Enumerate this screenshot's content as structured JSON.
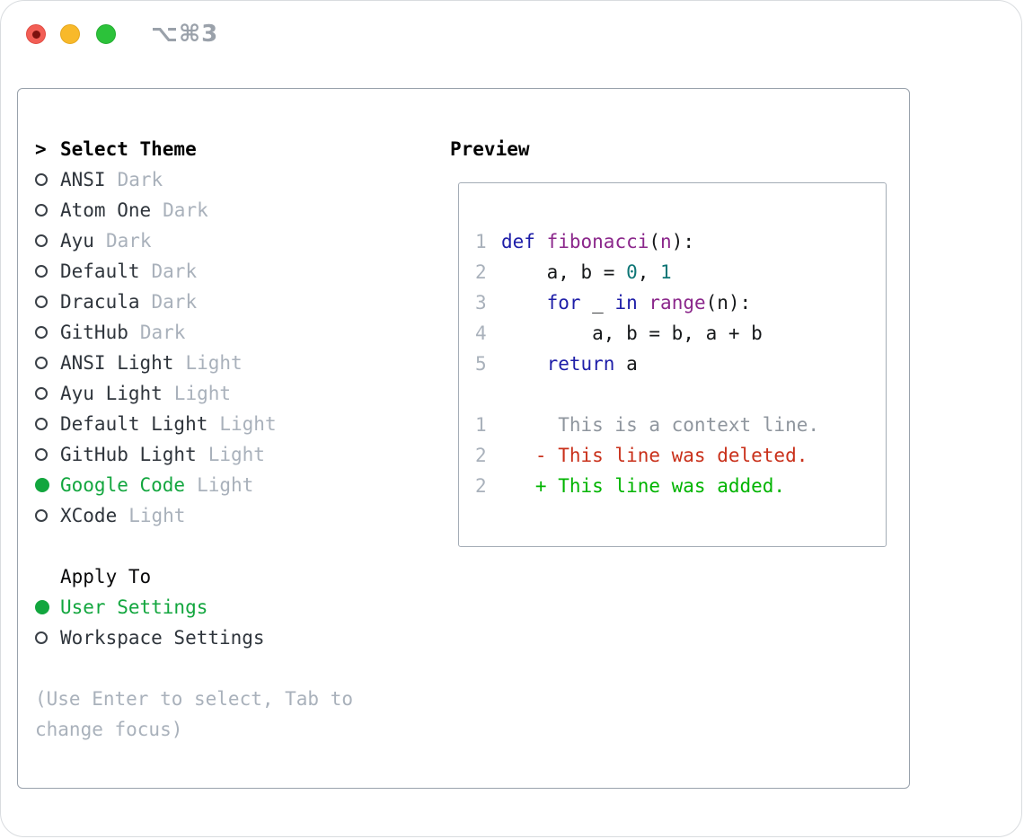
{
  "window": {
    "shortcut": "⌥⌘3",
    "traffic_lights": [
      "close",
      "minimize",
      "zoom"
    ]
  },
  "left": {
    "title_prefix": ">",
    "title": "Select Theme",
    "themes": [
      {
        "name": "ANSI",
        "variant": "Dark",
        "selected": false
      },
      {
        "name": "Atom One",
        "variant": "Dark",
        "selected": false
      },
      {
        "name": "Ayu",
        "variant": "Dark",
        "selected": false
      },
      {
        "name": "Default",
        "variant": "Dark",
        "selected": false
      },
      {
        "name": "Dracula",
        "variant": "Dark",
        "selected": false
      },
      {
        "name": "GitHub",
        "variant": "Dark",
        "selected": false
      },
      {
        "name": "ANSI Light",
        "variant": "Light",
        "selected": false
      },
      {
        "name": "Ayu Light",
        "variant": "Light",
        "selected": false
      },
      {
        "name": "Default Light",
        "variant": "Light",
        "selected": false
      },
      {
        "name": "GitHub Light",
        "variant": "Light",
        "selected": false
      },
      {
        "name": "Google Code",
        "variant": "Light",
        "selected": true
      },
      {
        "name": "XCode",
        "variant": "Light",
        "selected": false
      }
    ],
    "apply_to": {
      "title": "Apply To",
      "options": [
        {
          "name": "User Settings",
          "selected": true
        },
        {
          "name": "Workspace Settings",
          "selected": false
        }
      ]
    },
    "help_lines": [
      "(Use Enter to select, Tab to",
      "change focus)"
    ]
  },
  "preview": {
    "title": "Preview",
    "rows": [
      {
        "n": "1",
        "segs": [
          [
            "kw",
            "def"
          ],
          [
            "pln",
            " "
          ],
          [
            "typ",
            "fibonacci"
          ],
          [
            "pln",
            "("
          ],
          [
            "typ",
            "n"
          ],
          [
            "pln",
            "):"
          ]
        ]
      },
      {
        "n": "2",
        "segs": [
          [
            "pln",
            "    a, b = "
          ],
          [
            "lit",
            "0"
          ],
          [
            "pln",
            ", "
          ],
          [
            "lit",
            "1"
          ]
        ]
      },
      {
        "n": "3",
        "segs": [
          [
            "pln",
            "    "
          ],
          [
            "kw",
            "for"
          ],
          [
            "pln",
            " _ "
          ],
          [
            "kw",
            "in"
          ],
          [
            "pln",
            " "
          ],
          [
            "typ",
            "range"
          ],
          [
            "pln",
            "(n):"
          ]
        ]
      },
      {
        "n": "4",
        "segs": [
          [
            "pln",
            "        a, b = b, a + b"
          ]
        ]
      },
      {
        "n": "5",
        "segs": [
          [
            "pln",
            "    "
          ],
          [
            "kw",
            "return"
          ],
          [
            "pln",
            " a"
          ]
        ]
      },
      {
        "blank": true
      },
      {
        "n": "1",
        "segs": [
          [
            "ctx",
            "     This is a context line."
          ]
        ]
      },
      {
        "n": "2",
        "segs": [
          [
            "del",
            "   - This line was deleted."
          ]
        ]
      },
      {
        "n": "2",
        "segs": [
          [
            "add",
            "   + This line was added."
          ]
        ]
      }
    ]
  },
  "colors": {
    "accent_green": "#12a63e",
    "keyword_blue": "#1e1ea8",
    "identifier_purple": "#8b278b",
    "literal_teal": "#0e7676",
    "deleted_red": "#c9301a",
    "added_green": "#00b400",
    "context_gray": "#8f969e",
    "muted_gray": "#a9b1bb"
  }
}
